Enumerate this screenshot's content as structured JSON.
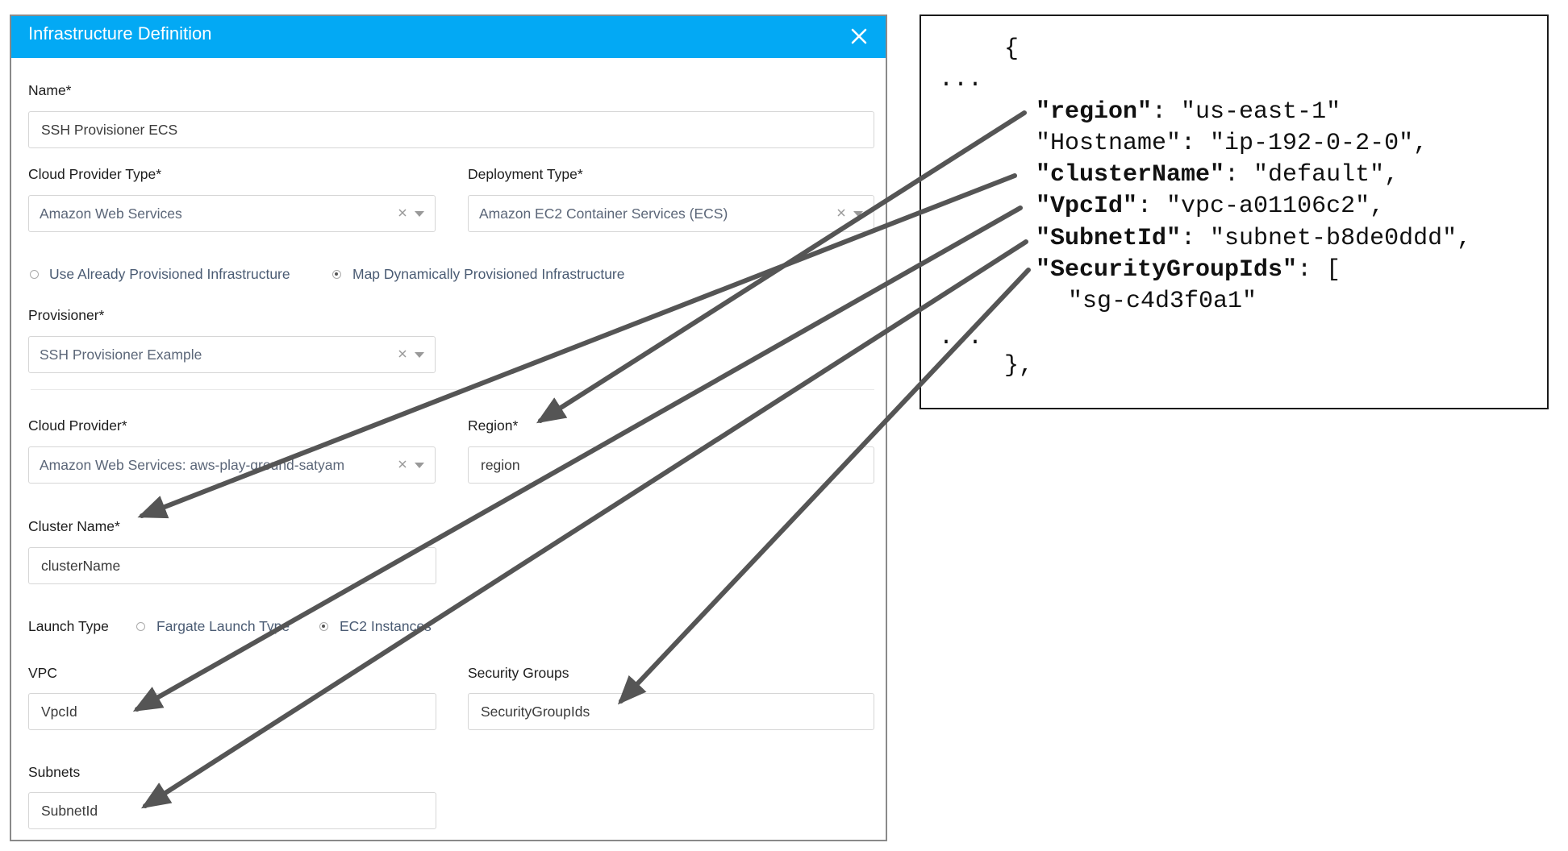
{
  "dialog": {
    "title": "Infrastructure Definition",
    "accent_color": "#03a9f4",
    "close_icon": "close-icon"
  },
  "form": {
    "name": {
      "label": "Name*",
      "value": "SSH Provisioner ECS"
    },
    "cloud_provider_type": {
      "label": "Cloud Provider Type*",
      "value": "Amazon Web Services"
    },
    "deployment_type": {
      "label": "Deployment Type*",
      "value": "Amazon EC2 Container Services (ECS)"
    },
    "provisioning": {
      "option_existing": "Use Already Provisioned Infrastructure",
      "option_dynamic": "Map Dynamically Provisioned Infrastructure",
      "selected": "Map Dynamically Provisioned Infrastructure"
    },
    "provisioner": {
      "label": "Provisioner*",
      "value": "SSH Provisioner Example"
    },
    "cloud_provider": {
      "label": "Cloud Provider*",
      "value": "Amazon Web Services: aws-play-ground-satyam"
    },
    "region": {
      "label": "Region*",
      "value": "region"
    },
    "cluster_name": {
      "label": "Cluster Name*",
      "value": "clusterName"
    },
    "launch_type": {
      "label": "Launch Type",
      "option_fargate": "Fargate Launch Type",
      "option_ec2": "EC2 Instances",
      "selected": "EC2 Instances"
    },
    "vpc": {
      "label": "VPC",
      "value": "VpcId"
    },
    "security_groups": {
      "label": "Security Groups",
      "value": "SecurityGroupIds"
    },
    "subnets": {
      "label": "Subnets",
      "value": "SubnetId"
    }
  },
  "code": {
    "open_brace": "{",
    "ellipsis": "...",
    "region_key": "\"region\"",
    "region_value": ": \"us-east-1\"",
    "hostname_line": "\"Hostname\": \"ip-192-0-2-0\",",
    "cluster_key": "\"clusterName\"",
    "cluster_value": ": \"default\",",
    "vpc_key": "\"VpcId\"",
    "vpc_value": ": \"vpc-a01106c2\",",
    "subnet_key": "\"SubnetId\"",
    "subnet_value": ": \"subnet-b8de0ddd\",",
    "sg_key": "\"SecurityGroupIds\"",
    "sg_value": ": [",
    "sg_item": "\"sg-c4d3f0a1\"",
    "ellipsis_2": "...",
    "close_brace": "},"
  }
}
